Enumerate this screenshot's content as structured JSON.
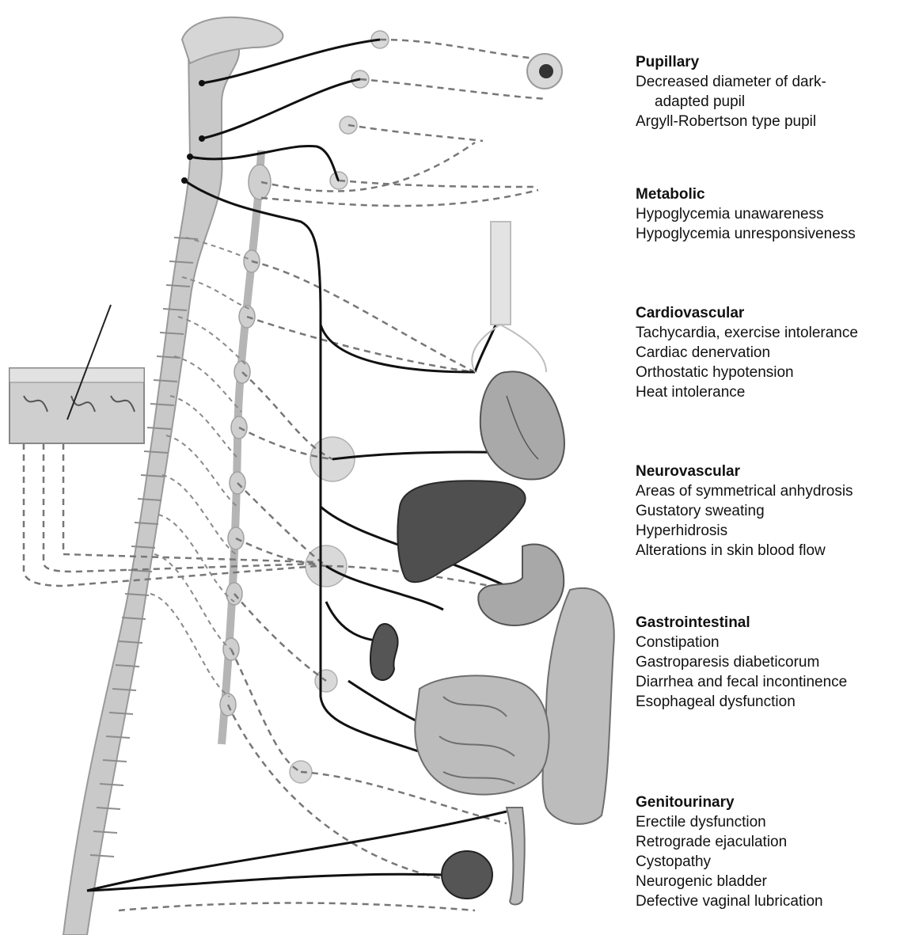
{
  "groups": [
    {
      "id": "pupillary",
      "title": "Pupillary",
      "lines": [
        "Decreased diameter of dark-",
        "adapted pupil",
        "Argyll-Robertson type pupil"
      ],
      "indent": [
        false,
        true,
        false
      ]
    },
    {
      "id": "metabolic",
      "title": "Metabolic",
      "lines": [
        "Hypoglycemia unawareness",
        "Hypoglycemia unresponsiveness"
      ],
      "indent": [
        false,
        false
      ]
    },
    {
      "id": "cardiovascular",
      "title": "Cardiovascular",
      "lines": [
        "Tachycardia, exercise intolerance",
        "Cardiac denervation",
        "Orthostatic hypotension",
        "Heat intolerance"
      ],
      "indent": [
        false,
        false,
        false,
        false
      ]
    },
    {
      "id": "neurovascular",
      "title": "Neurovascular",
      "lines": [
        "Areas of symmetrical anhydrosis",
        "Gustatory sweating",
        "Hyperhidrosis",
        "Alterations in skin blood flow"
      ],
      "indent": [
        false,
        false,
        false,
        false
      ]
    },
    {
      "id": "gastrointestinal",
      "title": "Gastrointestinal",
      "lines": [
        "Constipation",
        "Gastroparesis diabeticorum",
        "Diarrhea and fecal incontinence",
        "Esophageal dysfunction"
      ],
      "indent": [
        false,
        false,
        false,
        false
      ]
    },
    {
      "id": "genitourinary",
      "title": "Genitourinary",
      "lines": [
        "Erectile dysfunction",
        "Retrograde ejaculation",
        "Cystopathy",
        "Neurogenic bladder",
        "Defective vaginal lubrication"
      ],
      "indent": [
        false,
        false,
        false,
        false,
        false
      ]
    }
  ],
  "colors": {
    "spine": "#c9c9c9",
    "ganglion": "#d4d4d4",
    "nerve_solid": "#111111",
    "nerve_dashed": "#777777",
    "organ_dark": "#555555",
    "organ_mid": "#8f8f8f",
    "organ_light": "#bdbdbd"
  },
  "icons": [
    "brain-icon",
    "eye-icon",
    "skin-block-icon",
    "heart-icon",
    "liver-icon",
    "stomach-icon",
    "kidney-icon",
    "intestine-icon",
    "bladder-icon",
    "lung-icon"
  ]
}
